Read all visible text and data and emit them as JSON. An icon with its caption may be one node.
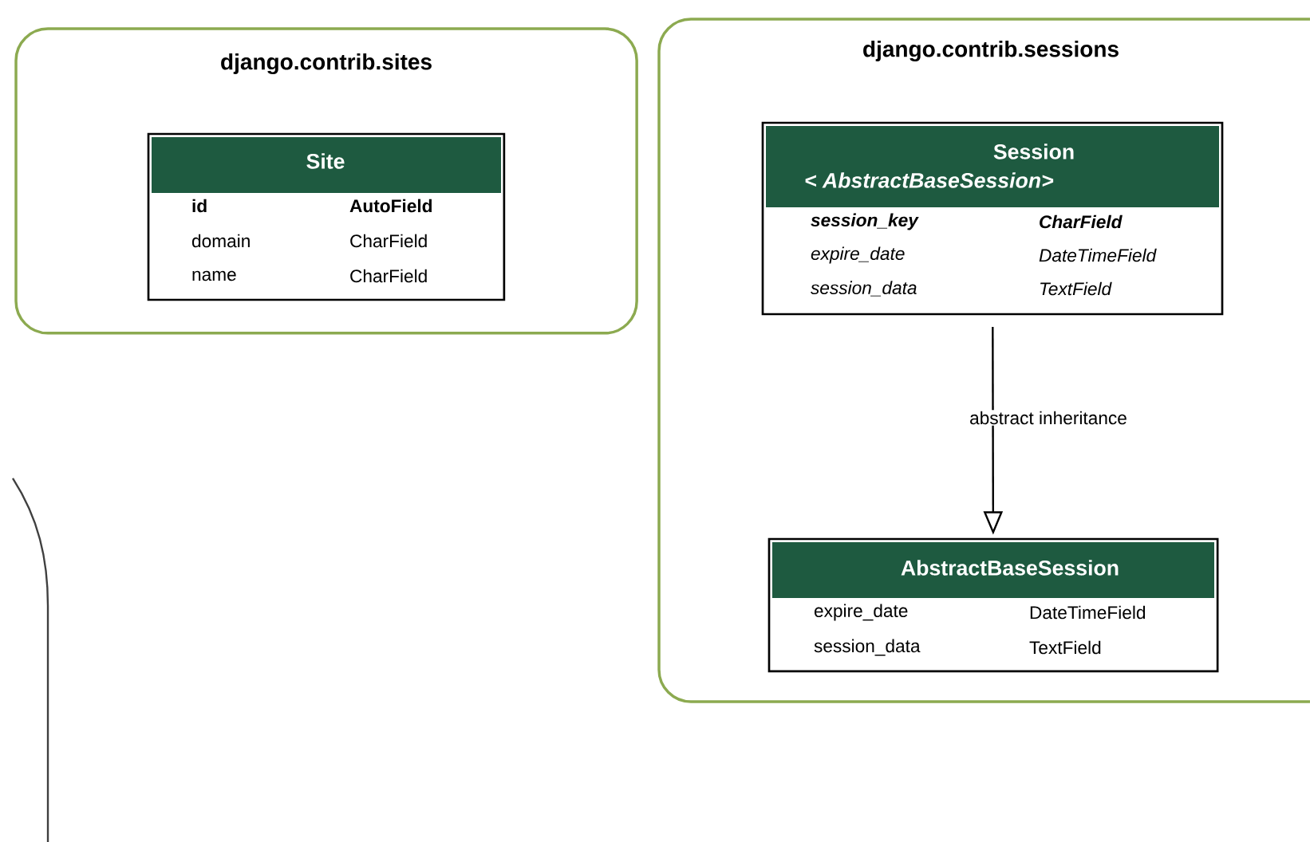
{
  "diagram": {
    "nodes": [
      {
        "text": [
          "django.contrib.sites"
        ]
      },
      {
        "text": [
          "Site",
          "id",
          "AutoField",
          "domain",
          "CharField",
          "name",
          "CharField"
        ],
        "in": 0
      },
      {
        "text": [
          "django.contrib.sessions"
        ]
      },
      {
        "text": [
          "Session",
          "< AbstractBaseSession>",
          "session_key",
          "CharField",
          "expire_date",
          "DateTimeField",
          "session_data",
          "TextField"
        ],
        "in": 2
      },
      {
        "text": [
          "AbstractBaseSession",
          "expire_date",
          "DateTimeField",
          "session_data",
          "TextField"
        ],
        "in": 2
      }
    ],
    "edges": [
      {
        "from": 3,
        "to": 4,
        "arrow": "to",
        "label": "abstract inheritance"
      }
    ]
  }
}
